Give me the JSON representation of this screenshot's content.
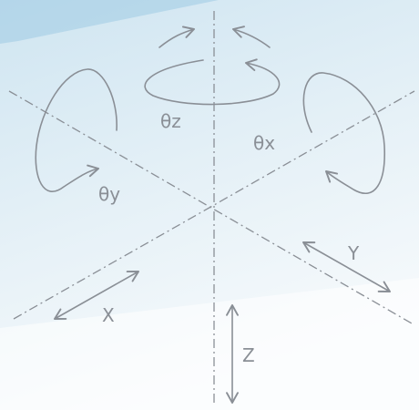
{
  "labels": {
    "theta_z": "θz",
    "theta_x": "θx",
    "theta_y": "θy",
    "x": "X",
    "y": "Y",
    "z": "Z"
  },
  "colors": {
    "line": "#8a8f96",
    "background_top": "#d6e9f3",
    "background_bottom": "#ffffff"
  }
}
